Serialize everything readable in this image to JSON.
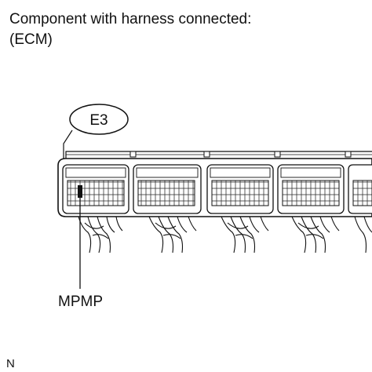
{
  "header": {
    "title_line1": "Component with harness connected:",
    "title_line2": "(ECM)"
  },
  "connector": {
    "id_label": "E3",
    "terminal_label": "MPMP"
  },
  "footer": {
    "note": "N"
  }
}
